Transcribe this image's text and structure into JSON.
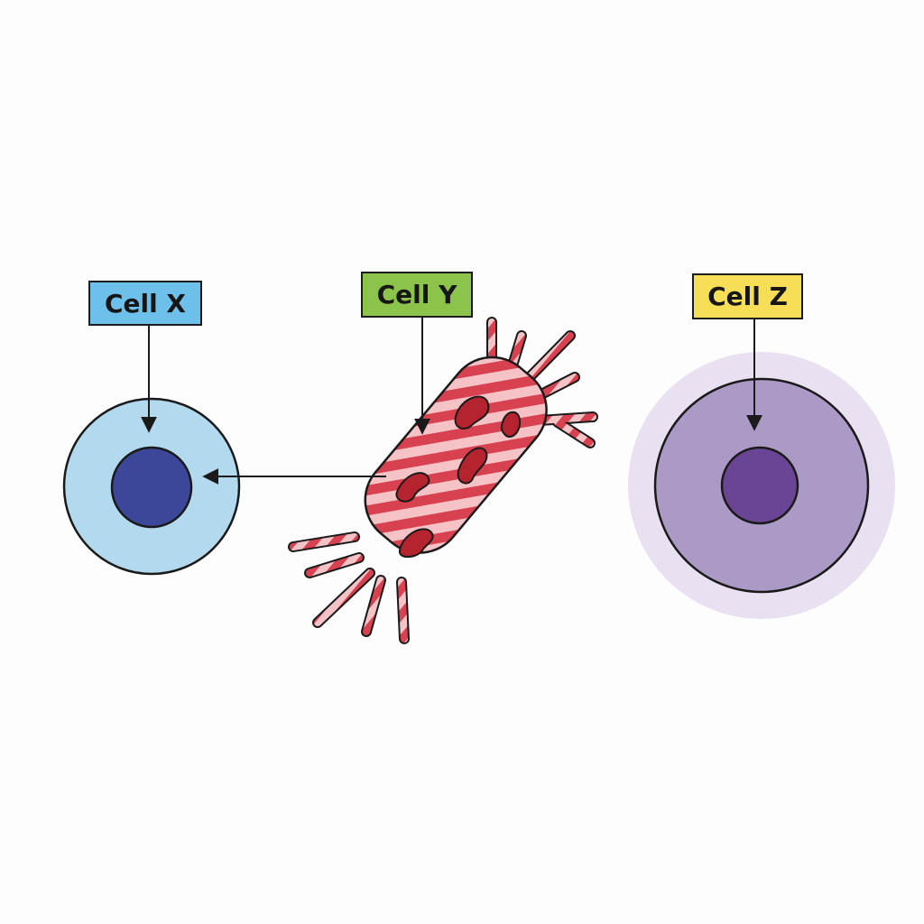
{
  "labels": {
    "cell_x": "Cell X",
    "cell_y": "Cell Y",
    "cell_z": "Cell Z"
  },
  "colors": {
    "cell_x_body": "#b3d9ee",
    "cell_x_nucleus": "#3d4799",
    "cell_x_label_bg": "#6cc0ea",
    "cell_y_stripe_dark": "#d8414f",
    "cell_y_stripe_light": "#f5c2c6",
    "cell_y_organelle": "#b5232f",
    "cell_y_label_bg": "#8cc34a",
    "cell_z_halo": "#e9e0f1",
    "cell_z_body": "#ac9ac6",
    "cell_z_nucleus": "#6a4595",
    "cell_z_label_bg": "#f6df57",
    "outline": "#1a1a1a"
  }
}
